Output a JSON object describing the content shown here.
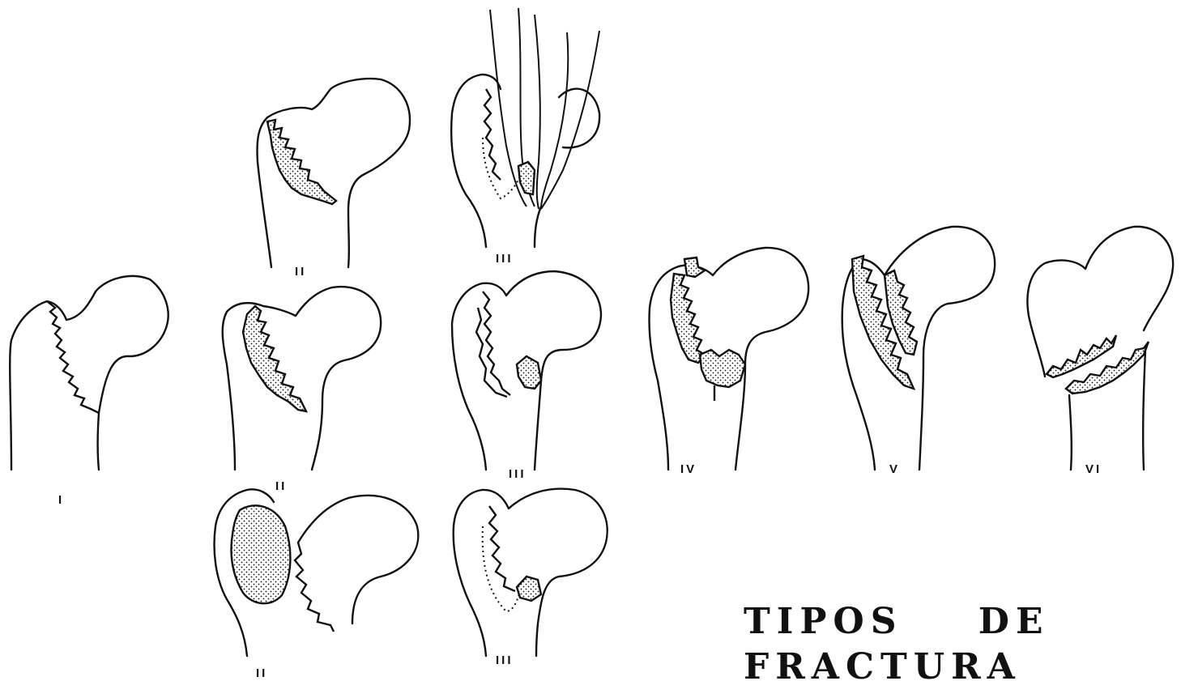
{
  "title": {
    "line1": "TIPOS    DE",
    "line2": "FRACTURA"
  },
  "labels": {
    "type_1": "I",
    "type_2_top": "II",
    "type_2_mid": "II",
    "type_2_bottom": "II",
    "type_3_top": "III",
    "type_3_mid": "III",
    "type_3_bottom": "III",
    "type_4": "IV",
    "type_5": "V",
    "type_6": "VI"
  },
  "colors": {
    "ink": "#111111",
    "paper": "#ffffff"
  }
}
